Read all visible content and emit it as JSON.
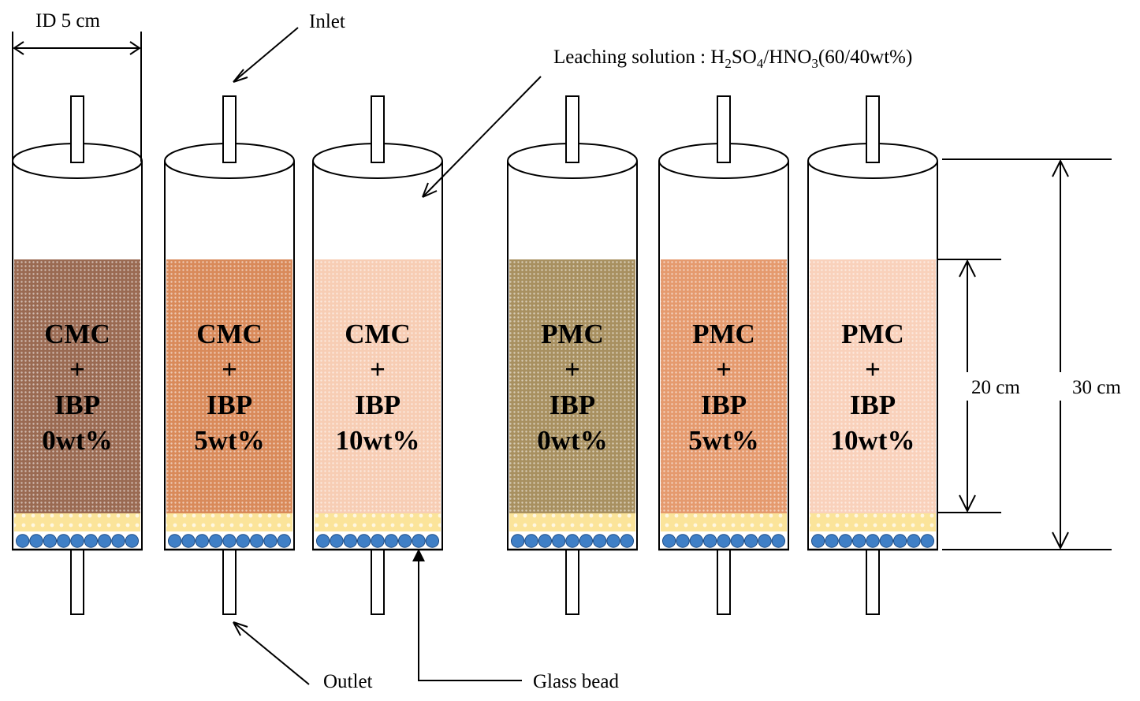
{
  "labels": {
    "diameter": "ID 5 cm",
    "inlet": "Inlet",
    "leaching_prefix": "Leaching solution : H",
    "leaching_sub_2": "2",
    "leaching_so": "SO",
    "leaching_sub_4": "4",
    "leaching_hno": "/HNO",
    "leaching_sub_3": "3",
    "leaching_suffix": "(60/40wt%)",
    "outlet": "Outlet",
    "glass_bead": "Glass bead",
    "height_inner": "20 cm",
    "height_outer": "30 cm"
  },
  "columns": [
    {
      "line1": "CMC",
      "line2": "+",
      "line3": "IBP",
      "line4": "0wt%",
      "color": "#9a6a52"
    },
    {
      "line1": "CMC",
      "line2": "+",
      "line3": "IBP",
      "line4": "5wt%",
      "color": "#d98a5a"
    },
    {
      "line1": "CMC",
      "line2": "+",
      "line3": "IBP",
      "line4": "10wt%",
      "color": "#f7cdb4"
    },
    {
      "line1": "PMC",
      "line2": "+",
      "line3": "IBP",
      "line4": "0wt%",
      "color": "#a89060"
    },
    {
      "line1": "PMC",
      "line2": "+",
      "line3": "IBP",
      "line4": "5wt%",
      "color": "#e59a6e"
    },
    {
      "line1": "PMC",
      "line2": "+",
      "line3": "IBP",
      "line4": "10wt%",
      "color": "#f9d1bb"
    }
  ],
  "colors": {
    "sand_layer": "#fbe49a",
    "bead": "#3f7fc6",
    "bead_stroke": "#1f4d86"
  }
}
